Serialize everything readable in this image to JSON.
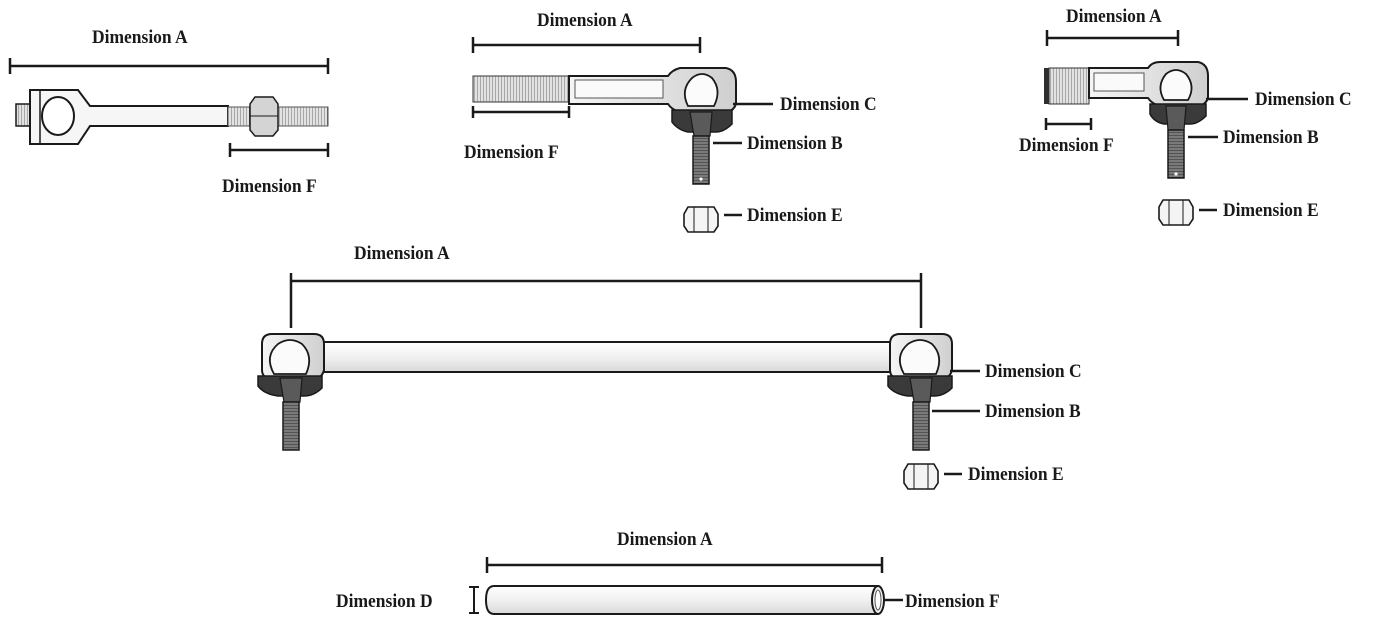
{
  "colors": {
    "line": "#1a1a1a",
    "body_fill": "#f4f4f4",
    "thread_fill": "#d8d8d8",
    "dark_part": "#3a3a3a",
    "stud_fill": "#6a6a6a"
  },
  "parts": [
    {
      "part": "inner-tie-rod",
      "labels": {
        "dimension_a": "Dimension A",
        "dimension_f": "Dimension F"
      }
    },
    {
      "part": "tie-rod-end-long",
      "labels": {
        "dimension_a": "Dimension A",
        "dimension_c": "Dimension C",
        "dimension_b": "Dimension B",
        "dimension_f": "Dimension F",
        "dimension_e": "Dimension E"
      }
    },
    {
      "part": "tie-rod-end-short",
      "labels": {
        "dimension_a": "Dimension A",
        "dimension_c": "Dimension C",
        "dimension_b": "Dimension B",
        "dimension_f": "Dimension F",
        "dimension_e": "Dimension E"
      }
    },
    {
      "part": "tie-rod-assembly",
      "labels": {
        "dimension_a": "Dimension A",
        "dimension_c": "Dimension C",
        "dimension_b": "Dimension B",
        "dimension_e": "Dimension E"
      }
    },
    {
      "part": "cross-tube",
      "labels": {
        "dimension_a": "Dimension A",
        "dimension_d": "Dimension D",
        "dimension_f": "Dimension F"
      }
    }
  ]
}
